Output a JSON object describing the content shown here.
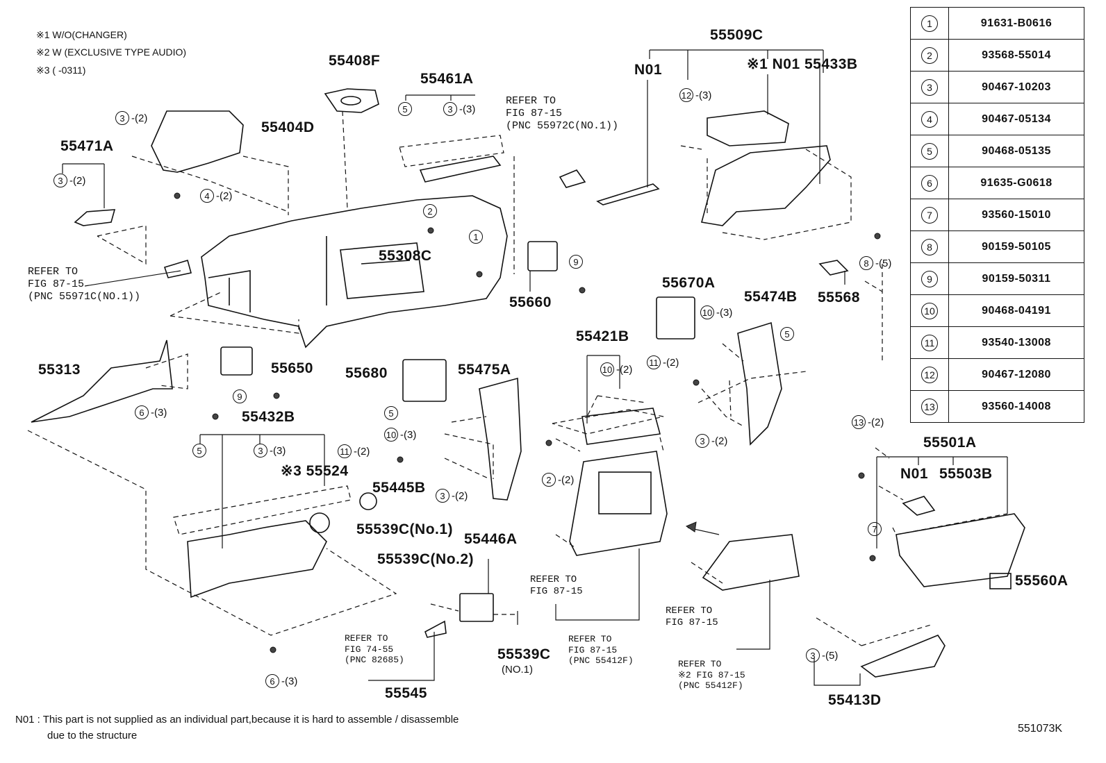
{
  "header_notes": [
    "※1 W/O(CHANGER)",
    "※2 W (EXCLUSIVE TYPE AUDIO)",
    "※3 (       -0311)"
  ],
  "parts": {
    "p55509C": "55509C",
    "p55408F": "55408F",
    "p55461A": "55461A",
    "p55404D": "55404D",
    "p55471A": "55471A",
    "p55433B": "55433B",
    "n01_top": "N01",
    "n01_top2": "※1 N01",
    "p55308C": "55308C",
    "p55660": "55660",
    "p55568": "55568",
    "p55670A": "55670A",
    "p55474B": "55474B",
    "p55421B": "55421B",
    "p55313": "55313",
    "p55650": "55650",
    "p55680": "55680",
    "p55475A": "55475A",
    "p55432B": "55432B",
    "p55524": "※3 55524",
    "p55445B": "55445B",
    "p55539C1": "55539C(No.1)",
    "p55539C2": "55539C(No.2)",
    "p55446A": "55446A",
    "p55539C": "55539C",
    "p55539C_sub": "(NO.1)",
    "p55545": "55545",
    "p55501A": "55501A",
    "n01_right": "N01",
    "p55503B": "55503B",
    "p55560A": "55560A",
    "p55413D": "55413D"
  },
  "refer_notes": {
    "r1": "REFER TO\nFIG 87-15\n(PNC 55972C(NO.1))",
    "r2": "REFER TO\nFIG 87-15\n(PNC 55971C(NO.1))",
    "r3": "REFER TO\nFIG 87-15",
    "r4": "REFER TO\nFIG 87-15",
    "r5": "REFER TO\nFIG 74-55\n(PNC 82685)",
    "r6": "REFER TO\nFIG 87-15\n(PNC 55412F)",
    "r7": "REFER TO\n※2 FIG 87-15\n(PNC 55412F)"
  },
  "callouts": {
    "c3_2a": {
      "num": "3",
      "qty": "-(2)"
    },
    "c3_2b": {
      "num": "3",
      "qty": "-(2)"
    },
    "c4_2": {
      "num": "4",
      "qty": "-(2)"
    },
    "c5_a": {
      "num": "5",
      "qty": ""
    },
    "c3_3a": {
      "num": "3",
      "qty": "-(3)"
    },
    "c12_3": {
      "num": "12",
      "qty": "-(3)"
    },
    "c2_a": {
      "num": "2",
      "qty": ""
    },
    "c1_a": {
      "num": "1",
      "qty": ""
    },
    "c9_a": {
      "num": "9",
      "qty": ""
    },
    "c8_5": {
      "num": "8",
      "qty": "-(5)"
    },
    "c10_3a": {
      "num": "10",
      "qty": "-(3)"
    },
    "c5_b": {
      "num": "5",
      "qty": ""
    },
    "c10_2": {
      "num": "10",
      "qty": "-(2)"
    },
    "c11_2a": {
      "num": "11",
      "qty": "-(2)"
    },
    "c3_2c": {
      "num": "3",
      "qty": "-(2)"
    },
    "c9_b": {
      "num": "9",
      "qty": ""
    },
    "c6_3a": {
      "num": "6",
      "qty": "-(3)"
    },
    "c5_c": {
      "num": "5",
      "qty": ""
    },
    "c10_3b": {
      "num": "10",
      "qty": "-(3)"
    },
    "c11_2b": {
      "num": "11",
      "qty": "-(2)"
    },
    "c3_2d": {
      "num": "3",
      "qty": "-(2)"
    },
    "c2_2": {
      "num": "2",
      "qty": "-(2)"
    },
    "c5_d": {
      "num": "5",
      "qty": ""
    },
    "c3_3b": {
      "num": "3",
      "qty": "-(3)"
    },
    "c13_2": {
      "num": "13",
      "qty": "-(2)"
    },
    "c7_a": {
      "num": "7",
      "qty": ""
    },
    "c3_5": {
      "num": "3",
      "qty": "-(5)"
    },
    "c6_3b": {
      "num": "6",
      "qty": "-(3)"
    }
  },
  "reference_table": [
    {
      "key": "1",
      "part": "91631-B0616"
    },
    {
      "key": "2",
      "part": "93568-55014"
    },
    {
      "key": "3",
      "part": "90467-10203"
    },
    {
      "key": "4",
      "part": "90467-05134"
    },
    {
      "key": "5",
      "part": "90468-05135"
    },
    {
      "key": "6",
      "part": "91635-G0618"
    },
    {
      "key": "7",
      "part": "93560-15010"
    },
    {
      "key": "8",
      "part": "90159-50105"
    },
    {
      "key": "9",
      "part": "90159-50311"
    },
    {
      "key": "10",
      "part": "90468-04191"
    },
    {
      "key": "11",
      "part": "93540-13008"
    },
    {
      "key": "12",
      "part": "90467-12080"
    },
    {
      "key": "13",
      "part": "93560-14008"
    }
  ],
  "footer": {
    "note_line1": "N01 : This part is not supplied as an individual part,because it is hard to assemble / disassemble",
    "note_line2": "due to the structure",
    "figure_code": "551073K"
  }
}
